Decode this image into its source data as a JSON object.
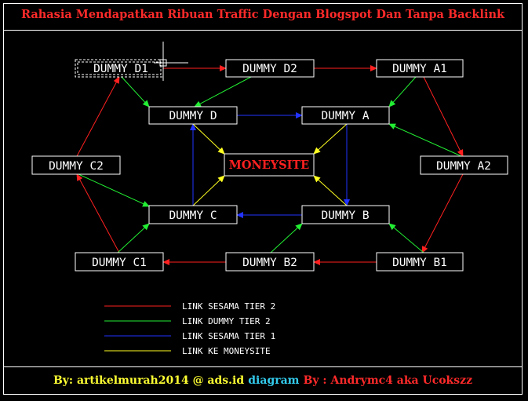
{
  "title": "Rahasia Mendapatkan Ribuan Traffic Dengan Blogspot Dan Tanpa Backlink",
  "footer": {
    "part1": "By: artikelmurah2014 @ ads.id",
    "part2": "diagram",
    "part3": "By : Andrymc4 aka Ucokszz"
  },
  "colors": {
    "tier2_link": "#ff2020",
    "dummy_link": "#22ee33",
    "tier1_link": "#2233ff",
    "money_link": "#ffff22"
  },
  "nodes": {
    "d1": "DUMMY D1",
    "d2": "DUMMY D2",
    "a1": "DUMMY A1",
    "d": "DUMMY D",
    "a": "DUMMY A",
    "c2": "DUMMY C2",
    "money": "MONEYSITE",
    "a2": "DUMMY A2",
    "c": "DUMMY C",
    "b": "DUMMY B",
    "c1": "DUMMY C1",
    "b2": "DUMMY B2",
    "b1": "DUMMY B1"
  },
  "legend": [
    {
      "label": "LINK SESAMA TIER 2",
      "color": "#ff2020"
    },
    {
      "label": "LINK DUMMY TIER 2",
      "color": "#22ee33"
    },
    {
      "label": "LINK SESAMA TIER 1",
      "color": "#2233ff"
    },
    {
      "label": "LINK KE MONEYSITE",
      "color": "#ffff22"
    }
  ]
}
